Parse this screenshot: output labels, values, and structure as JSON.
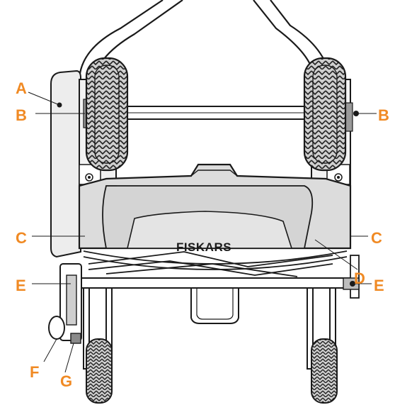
{
  "brand": "FISKARS",
  "colors": {
    "callout": "#f08a24",
    "ink": "#1a1a1a",
    "body_fill": "#d7d7d7",
    "tire_fill": "#bdbdbd",
    "paper": "#ffffff"
  },
  "callouts": {
    "A": "A",
    "B_left": "B",
    "B_right": "B",
    "C_left": "C",
    "C_right": "C",
    "D": "D",
    "E_left": "E",
    "E_right": "E",
    "F": "F",
    "G": "G"
  }
}
